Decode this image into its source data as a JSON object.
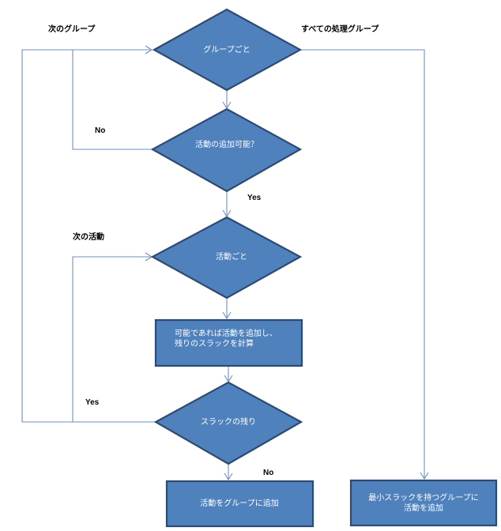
{
  "nodes": {
    "group_each": "グループごと",
    "can_add": "活動の追加可能？",
    "activity_each": "活動ごと",
    "add_calc_line1": "可能であれば活動を追加し、",
    "add_calc_line2": "残りのスラックを計算",
    "slack_left": "スラックの残り",
    "add_to_group": "活動をグループに追加",
    "min_slack_line1": "最小スラックを持つグループに",
    "min_slack_line2": "活動を追加"
  },
  "labels": {
    "next_group": "次のグループ",
    "all_processed": "すべての処理グループ",
    "no_1": "No",
    "yes_1": "Yes",
    "next_activity": "次の活動",
    "yes_2": "Yes",
    "no_2": "No"
  },
  "colors": {
    "shape_fill": "#4f81bd",
    "shape_border": "#2e4a73",
    "connector": "#6f8fbf"
  }
}
